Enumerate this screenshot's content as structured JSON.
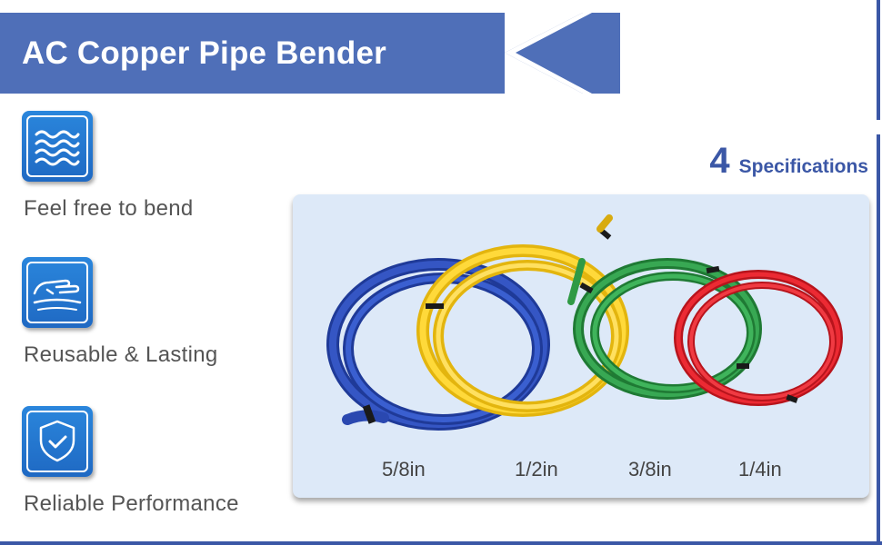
{
  "header": {
    "title": "AC Copper Pipe Bender"
  },
  "features": [
    {
      "label": "Feel free to bend",
      "icon": "waves-icon"
    },
    {
      "label": "Reusable & Lasting",
      "icon": "hand-icon"
    },
    {
      "label": "Reliable Performance",
      "icon": "shield-check-icon"
    }
  ],
  "specs": {
    "count": "4",
    "label": "Specifications",
    "sizes": [
      "5/8in",
      "1/2in",
      "3/8in",
      "1/4in"
    ],
    "coil_colors": [
      "#2a48b0",
      "#f5cc1f",
      "#2f9a45",
      "#e0202a"
    ]
  },
  "colors": {
    "banner": "#4f6fb8",
    "accent": "#3b57a6",
    "icon_tile": "#2277d0",
    "panel_bg": "#dde9f8"
  }
}
